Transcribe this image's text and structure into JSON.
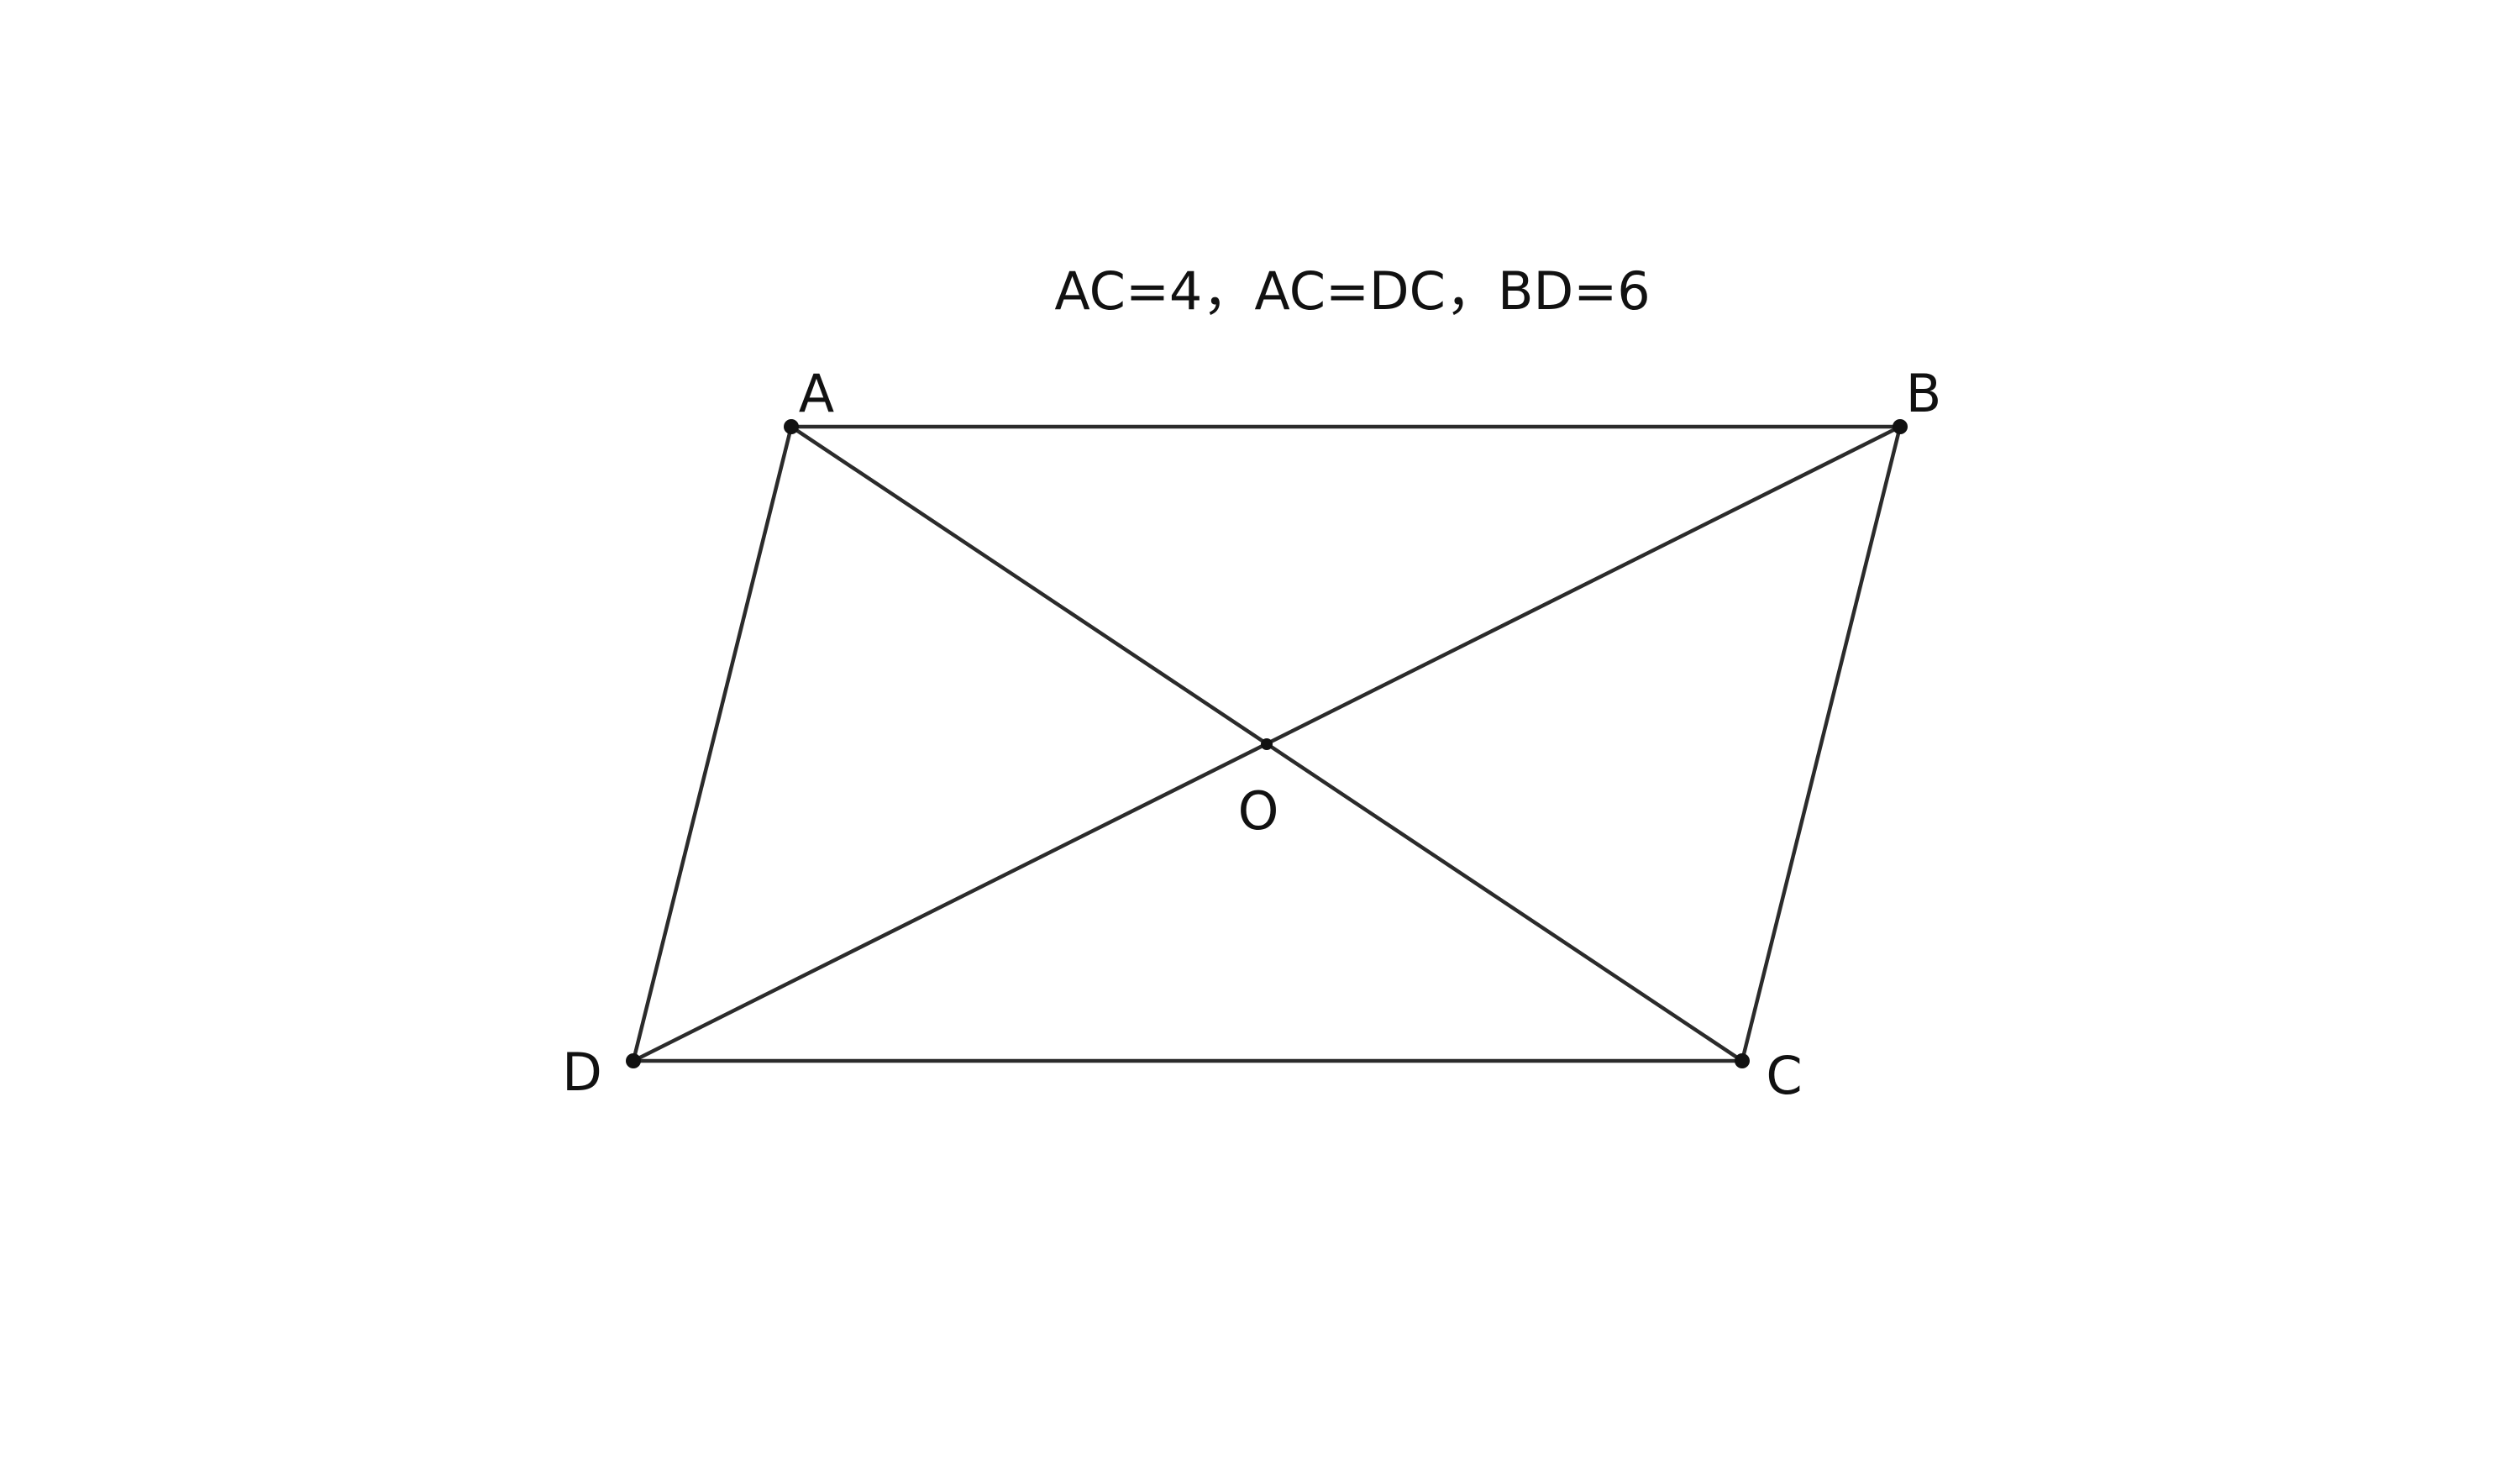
{
  "caption": "AC=4，AC=DC，BD=6",
  "points": [
    {
      "id": "A",
      "label": "A"
    },
    {
      "id": "B",
      "label": "B"
    },
    {
      "id": "C",
      "label": "C"
    },
    {
      "id": "D",
      "label": "D"
    },
    {
      "id": "O",
      "label": "O"
    }
  ],
  "segments": [
    {
      "id": "AB",
      "from": "A",
      "to": "B"
    },
    {
      "id": "BC",
      "from": "B",
      "to": "C"
    },
    {
      "id": "CD",
      "from": "C",
      "to": "D"
    },
    {
      "id": "DA",
      "from": "D",
      "to": "A"
    },
    {
      "id": "AC",
      "from": "A",
      "to": "C"
    },
    {
      "id": "BD",
      "from": "B",
      "to": "D"
    }
  ],
  "colors": {
    "line": "#2b2b2b",
    "point": "#111111",
    "text": "#111111",
    "background": "#ffffff"
  }
}
